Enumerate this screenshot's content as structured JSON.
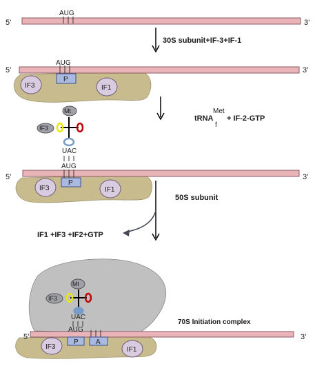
{
  "labels": {
    "five_prime": "5’",
    "three_prime": "3’",
    "aug": "AUG",
    "uac": "UAC",
    "if3": "IF3",
    "if1": "IF1",
    "p_site": "P",
    "a_site": "A",
    "met": "Mt",
    "step1": "30S subunit+IF-3+IF-1",
    "trna_prefix": "tRNA",
    "trna_sup": "Met",
    "trna_sub": "f",
    "trna_suffix": "+  IF-2-GTP",
    "step3": "50S subunit",
    "released": "IF1 +IF3 +IF2+GTP",
    "complex": "70S Initiation complex"
  },
  "colors": {
    "mrna_fill": "#e8b4b8",
    "mrna_stroke": "#8a5a60",
    "subunit_30s": "#c8bc8e",
    "subunit_50s": "#c0c0c0",
    "if_factor": "#d9cce0",
    "site_box": "#a9b9df",
    "trna_yellow": "#e8e800",
    "trna_red": "#c00000",
    "trna_blue": "#7a9cc8"
  }
}
